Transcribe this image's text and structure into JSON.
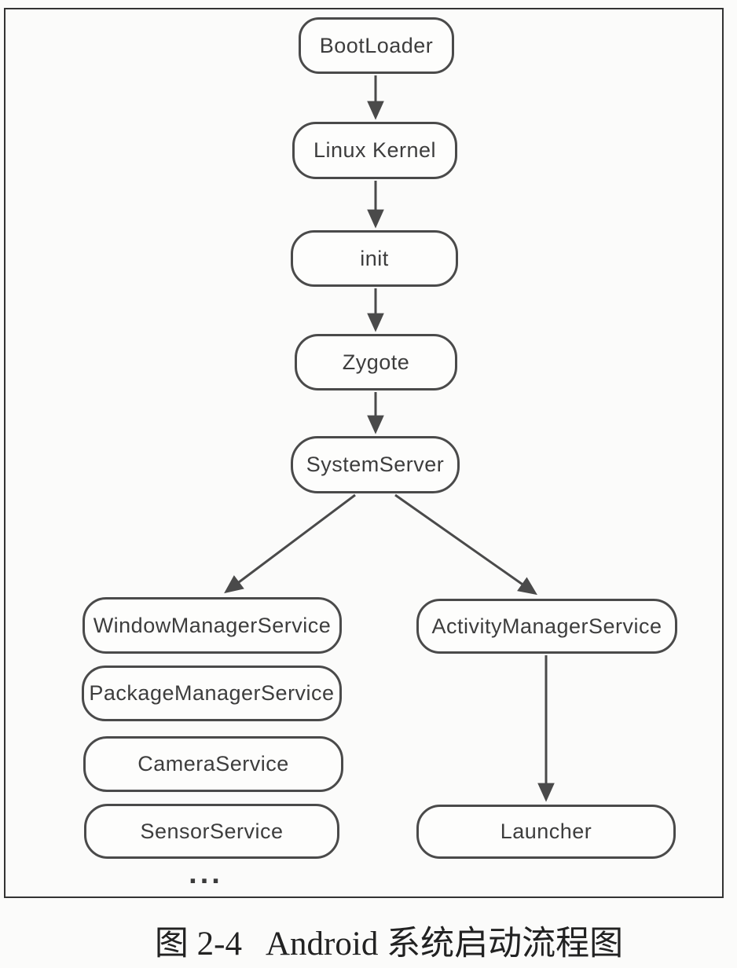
{
  "figure": {
    "caption_label": "图 2-4",
    "caption_title": "Android 系统启动流程图"
  },
  "colors": {
    "frame_border": "#333333",
    "node_border": "#4a4a4a",
    "arrow": "#4a4a4a",
    "node_text": "#3d3d3d",
    "caption_text": "#222222",
    "background": "#fbfbfa"
  },
  "diagram": {
    "type": "flowchart",
    "nodes": [
      {
        "id": "bootloader",
        "label": "BootLoader"
      },
      {
        "id": "linux-kernel",
        "label": "Linux Kernel"
      },
      {
        "id": "init",
        "label": "init"
      },
      {
        "id": "zygote",
        "label": "Zygote"
      },
      {
        "id": "system-server",
        "label": "SystemServer"
      },
      {
        "id": "window-manager-service",
        "label": "WindowManagerService"
      },
      {
        "id": "package-manager-service",
        "label": "PackageManagerService"
      },
      {
        "id": "camera-service",
        "label": "CameraService"
      },
      {
        "id": "sensor-service",
        "label": "SensorService"
      },
      {
        "id": "activity-manager-service",
        "label": "ActivityManagerService"
      },
      {
        "id": "launcher",
        "label": "Launcher"
      }
    ],
    "more_indicator": "...",
    "edges": [
      {
        "from": "bootloader",
        "to": "linux-kernel"
      },
      {
        "from": "linux-kernel",
        "to": "init"
      },
      {
        "from": "init",
        "to": "zygote"
      },
      {
        "from": "zygote",
        "to": "system-server"
      },
      {
        "from": "system-server",
        "to": "window-manager-service"
      },
      {
        "from": "system-server",
        "to": "activity-manager-service"
      },
      {
        "from": "activity-manager-service",
        "to": "launcher"
      }
    ]
  }
}
